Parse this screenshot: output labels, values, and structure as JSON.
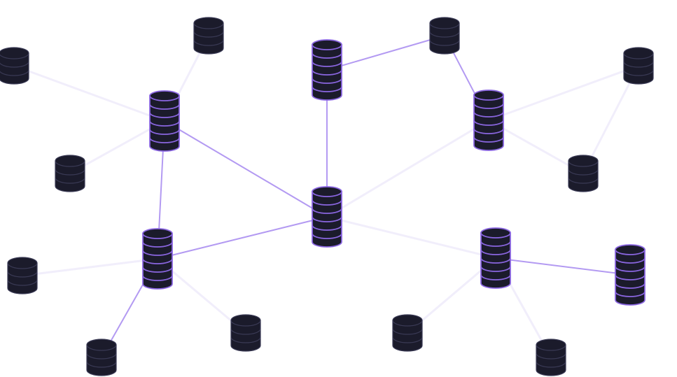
{
  "diagram": {
    "type": "network-topology",
    "colors": {
      "background": "#ffffff",
      "node_fill": "#1b1b2b",
      "node_rim": "#3a3a55",
      "active_outline": "#8a66e0",
      "active_edge": "#b39af2",
      "inactive_edge": "#f1eefb"
    },
    "node_icon": "database-icon",
    "nodes": [
      {
        "id": "hub-center",
        "kind": "hub",
        "active": true
      },
      {
        "id": "hub-top",
        "kind": "hub",
        "active": true
      },
      {
        "id": "hub-top-left",
        "kind": "hub",
        "active": true
      },
      {
        "id": "hub-top-right",
        "kind": "hub",
        "active": true
      },
      {
        "id": "hub-bottom-left",
        "kind": "hub",
        "active": true
      },
      {
        "id": "hub-bottom-right",
        "kind": "hub",
        "active": true
      },
      {
        "id": "hub-far-right",
        "kind": "hub",
        "active": true
      },
      {
        "id": "leaf-1",
        "kind": "leaf",
        "active": false
      },
      {
        "id": "leaf-2",
        "kind": "leaf",
        "active": false
      },
      {
        "id": "leaf-3",
        "kind": "leaf",
        "active": false
      },
      {
        "id": "leaf-4",
        "kind": "leaf",
        "active": false
      },
      {
        "id": "leaf-5",
        "kind": "leaf",
        "active": false
      },
      {
        "id": "leaf-6",
        "kind": "leaf",
        "active": false
      },
      {
        "id": "leaf-7",
        "kind": "leaf",
        "active": false
      },
      {
        "id": "leaf-8",
        "kind": "leaf",
        "active": false
      },
      {
        "id": "leaf-9",
        "kind": "leaf",
        "active": false
      },
      {
        "id": "leaf-10",
        "kind": "leaf",
        "active": false
      },
      {
        "id": "leaf-11",
        "kind": "leaf",
        "active": false
      }
    ],
    "edges": [
      {
        "from": "hub-top",
        "to": "hub-center",
        "active": true
      },
      {
        "from": "hub-top",
        "to": "leaf-3",
        "active": true
      },
      {
        "from": "leaf-3",
        "to": "hub-top-right",
        "active": true
      },
      {
        "from": "hub-top-left",
        "to": "hub-center",
        "active": true
      },
      {
        "from": "hub-top-left",
        "to": "hub-bottom-left",
        "active": true
      },
      {
        "from": "hub-bottom-left",
        "to": "hub-center",
        "active": true
      },
      {
        "from": "hub-bottom-left",
        "to": "leaf-8",
        "active": true
      },
      {
        "from": "hub-bottom-right",
        "to": "hub-far-right",
        "active": true
      },
      {
        "from": "hub-top-left",
        "to": "leaf-1",
        "active": false
      },
      {
        "from": "hub-top-left",
        "to": "leaf-2",
        "active": false
      },
      {
        "from": "hub-top-left",
        "to": "leaf-5",
        "active": false
      },
      {
        "from": "hub-top-right",
        "to": "leaf-4",
        "active": false
      },
      {
        "from": "hub-top-right",
        "to": "leaf-6",
        "active": false
      },
      {
        "from": "leaf-4",
        "to": "leaf-6",
        "active": false
      },
      {
        "from": "hub-center",
        "to": "hub-top-right",
        "active": false
      },
      {
        "from": "hub-center",
        "to": "hub-bottom-right",
        "active": false
      },
      {
        "from": "hub-bottom-left",
        "to": "leaf-7",
        "active": false
      },
      {
        "from": "hub-bottom-left",
        "to": "leaf-9",
        "active": false
      },
      {
        "from": "hub-bottom-right",
        "to": "leaf-10",
        "active": false
      },
      {
        "from": "hub-bottom-right",
        "to": "leaf-11",
        "active": false
      }
    ]
  }
}
